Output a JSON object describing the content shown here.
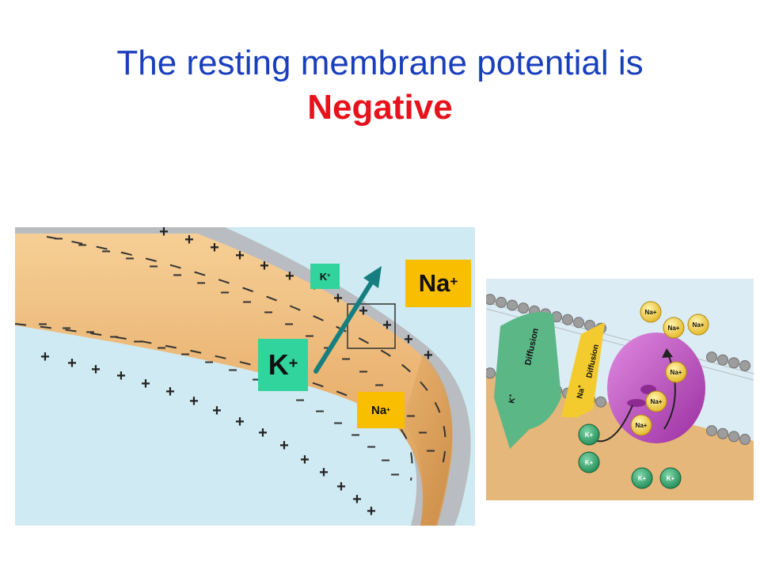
{
  "title": {
    "line1": "The resting membrane potential is",
    "line2": "Negative"
  },
  "colors": {
    "title": "#1a3fbd",
    "accent": "#e8121c",
    "potassium_box": "#31d49c",
    "sodium_box": "#f9be00",
    "arrow": "#157f80"
  },
  "neuron": {
    "outside_sign": "+",
    "inside_sign": "–"
  },
  "labels": {
    "k_small": {
      "base": "K",
      "charge": "+"
    },
    "k_large": {
      "base": "K",
      "charge": "+"
    },
    "na_large": {
      "base": "Na",
      "charge": "+"
    },
    "na_small": {
      "base": "Na",
      "charge": "+"
    }
  },
  "pump_inset": {
    "k_diffusion": "K",
    "k_diffusion_charge": "+",
    "diffusion_left": "Diffusion",
    "na_diffusion": "Na",
    "na_diffusion_charge": "+",
    "diffusion_right": "Diffusion",
    "ion_na": "Na",
    "ion_k": "K",
    "ion_charge": "+"
  }
}
